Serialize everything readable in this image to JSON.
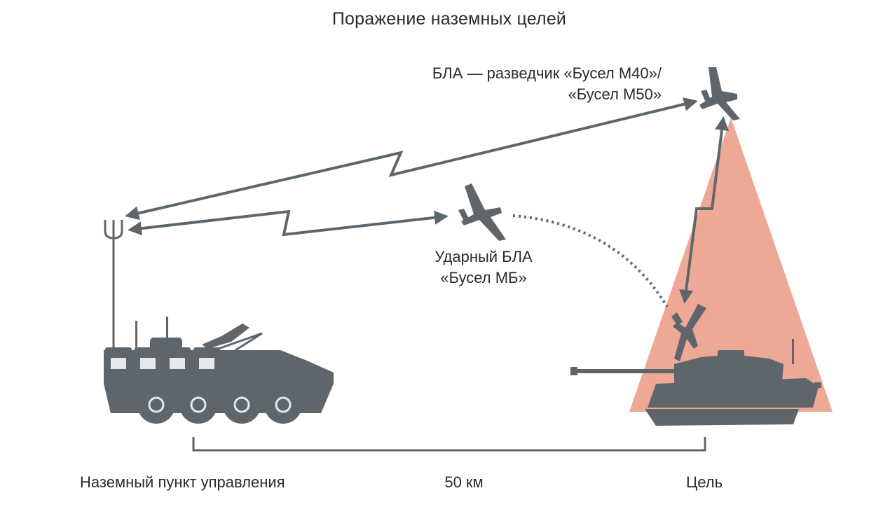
{
  "title": "Поражение наземных целей",
  "recon_uav": {
    "line1": "БЛА — разведчик «Бусел М40»/",
    "line2": "«Бусел М50»"
  },
  "strike_uav": {
    "line1": "Ударный БЛА",
    "line2": "«Бусел МБ»"
  },
  "ground_station": "Наземный пункт управления",
  "distance": "50 км",
  "target": "Цель",
  "colors": {
    "vehicle": "#5f666b",
    "arrow": "#5f666b",
    "sensor_cone": "#eea896",
    "text": "#2b2b2b"
  }
}
